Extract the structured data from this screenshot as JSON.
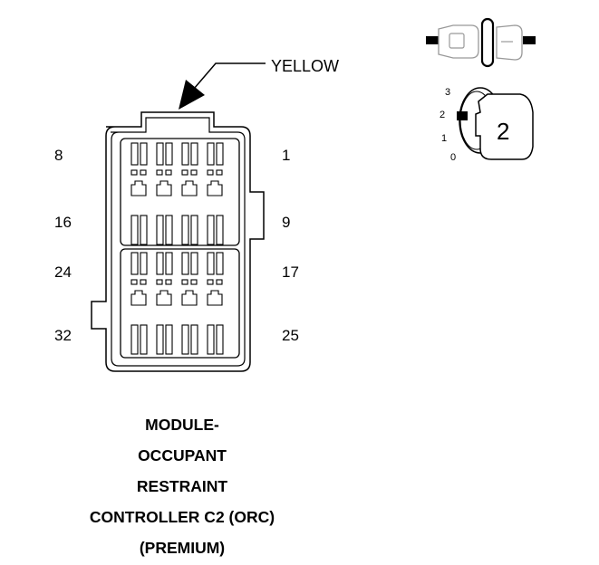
{
  "connector": {
    "wire_color": "YELLOW",
    "pin_labels": {
      "top_left": "8",
      "top_right": "1",
      "upper_mid_left": "16",
      "upper_mid_right": "9",
      "lower_mid_left": "24",
      "lower_mid_right": "17",
      "bottom_left": "32",
      "bottom_right": "25"
    }
  },
  "position_indicator": {
    "positions": [
      "3",
      "2",
      "1",
      "0"
    ],
    "key_number": "2"
  },
  "caption": {
    "lines": [
      "MODULE-",
      "OCCUPANT",
      "RESTRAINT",
      "CONTROLLER C2 (ORC)",
      "(PREMIUM)"
    ]
  }
}
